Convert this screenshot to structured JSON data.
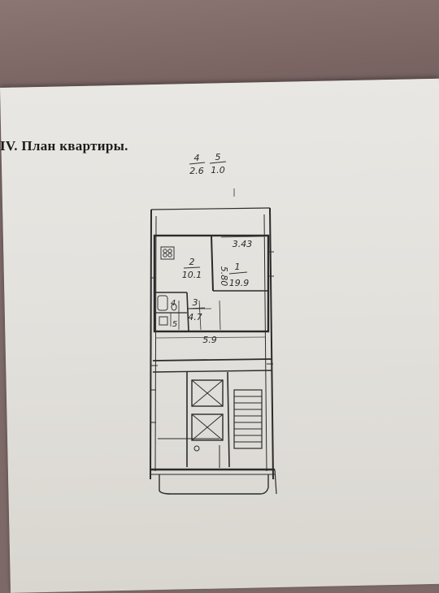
{
  "document": {
    "heading": "IV.  План квартиры."
  },
  "header_fractions": [
    {
      "numerator": "4",
      "denominator": "2.6"
    },
    {
      "numerator": "5",
      "denominator": "1.0"
    }
  ],
  "rooms": [
    {
      "number": "1",
      "area": "19.9"
    },
    {
      "number": "2",
      "area": "10.1"
    },
    {
      "number": "3",
      "area": "4.7"
    },
    {
      "number": "4",
      "area": ""
    },
    {
      "number": "5",
      "area": ""
    }
  ],
  "dimensions": {
    "top_width": "3.43",
    "vertical": "5.80",
    "bottom_width": "5.9"
  }
}
